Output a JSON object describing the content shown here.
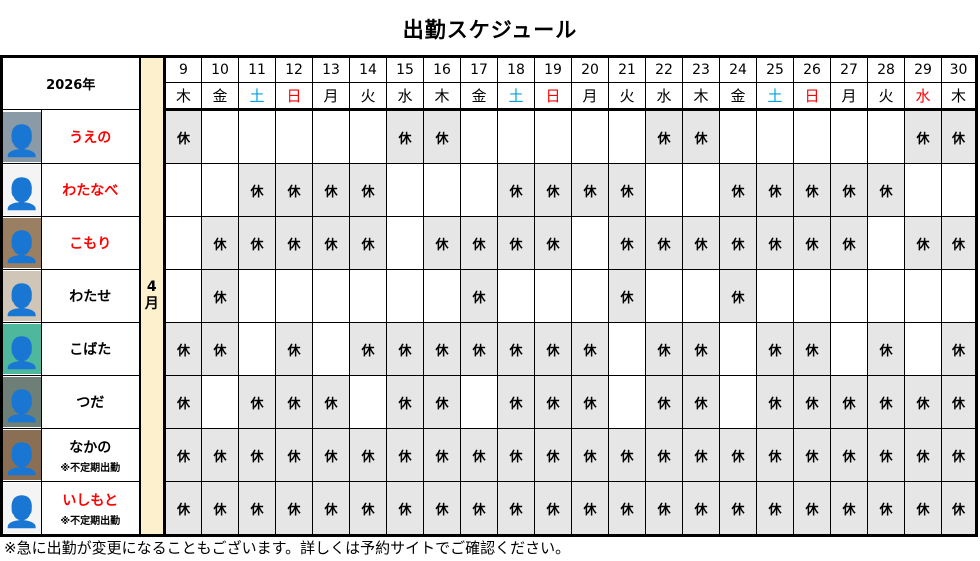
{
  "title": "出勤スケジュール",
  "year_label": "2026年",
  "month_label": [
    "4",
    "月"
  ],
  "days": [
    "9",
    "10",
    "11",
    "12",
    "13",
    "14",
    "15",
    "16",
    "17",
    "18",
    "19",
    "20",
    "21",
    "22",
    "23",
    "24",
    "25",
    "26",
    "27",
    "28",
    "29",
    "30"
  ],
  "weekdays": [
    "木",
    "金",
    "土",
    "日",
    "月",
    "火",
    "水",
    "木",
    "金",
    "土",
    "日",
    "月",
    "火",
    "水",
    "木",
    "金",
    "土",
    "日",
    "月",
    "火",
    "水",
    "木"
  ],
  "weekday_colors": [
    "#000000",
    "#000000",
    "#00a0e0",
    "#ff0000",
    "#000000",
    "#000000",
    "#000000",
    "#000000",
    "#000000",
    "#00a0e0",
    "#ff0000",
    "#000000",
    "#000000",
    "#000000",
    "#000000",
    "#000000",
    "#00a0e0",
    "#ff0000",
    "#000000",
    "#000000",
    "#ff0000",
    "#000000"
  ],
  "off_label": "休",
  "staff": [
    {
      "name": "うえの",
      "color": "#ff0000",
      "photo": "photo-hair",
      "photo_bg": "#8a9aa6",
      "off": [
        0,
        6,
        7,
        13,
        14,
        20,
        21
      ]
    },
    {
      "name": "わたなべ",
      "color": "#ff0000",
      "photo": "illustration-staff",
      "photo_bg": "#f4f4f4",
      "off": [
        2,
        3,
        4,
        5,
        9,
        10,
        11,
        12,
        15,
        16,
        17,
        18,
        19
      ]
    },
    {
      "name": "こもり",
      "color": "#ff0000",
      "photo": "photo-massage",
      "photo_bg": "#9a7f63",
      "off": [
        1,
        2,
        3,
        4,
        5,
        7,
        8,
        9,
        10,
        12,
        13,
        14,
        15,
        16,
        17,
        18,
        20,
        21
      ]
    },
    {
      "name": "わたせ",
      "color": "#000000",
      "photo": "photo-man",
      "photo_bg": "#cfc6b8",
      "off": [
        1,
        8,
        12,
        15
      ]
    },
    {
      "name": "こばた",
      "color": "#000000",
      "photo": "photo-man",
      "photo_bg": "#4fb79c",
      "off": [
        0,
        1,
        3,
        5,
        6,
        7,
        8,
        9,
        10,
        11,
        13,
        14,
        16,
        17,
        19,
        21
      ]
    },
    {
      "name": "つだ",
      "color": "#000000",
      "photo": "photo-massage",
      "photo_bg": "#6d7f77",
      "off": [
        0,
        2,
        3,
        4,
        6,
        7,
        9,
        10,
        11,
        13,
        14,
        16,
        17,
        18,
        19,
        20,
        21
      ]
    },
    {
      "name": "なかの",
      "note": "※不定期出勤",
      "color": "#000000",
      "photo": "photo-man",
      "photo_bg": "#8a6f55",
      "off": [
        0,
        1,
        2,
        3,
        4,
        5,
        6,
        7,
        8,
        9,
        10,
        11,
        12,
        13,
        14,
        15,
        16,
        17,
        18,
        19,
        20,
        21
      ]
    },
    {
      "name": "いしもと",
      "note": "※不定期出勤",
      "color": "#ff0000",
      "photo": "illustration-staff",
      "photo_bg": "#f4f4f4",
      "off": [
        0,
        1,
        2,
        3,
        4,
        5,
        6,
        7,
        8,
        9,
        10,
        11,
        12,
        13,
        14,
        15,
        16,
        17,
        18,
        19,
        20,
        21
      ]
    }
  ],
  "footer": "※急に出勤が変更になることもございます。詳しくは予約サイトでご確認ください。"
}
